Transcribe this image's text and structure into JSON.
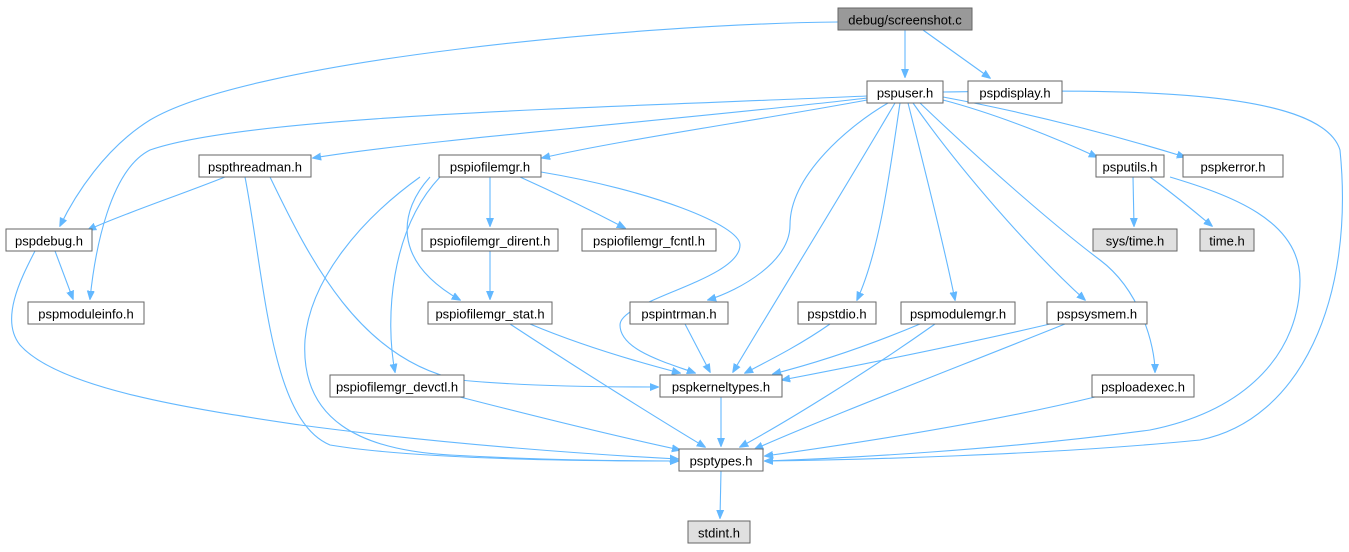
{
  "graph": {
    "colors": {
      "edge": "#63b8ff",
      "node_border": "#666666",
      "node_fill": "#ffffff",
      "root_fill": "#999999",
      "system_fill": "#e0e0e0"
    },
    "nodes": [
      {
        "id": "screenshot_c",
        "label": "debug/screenshot.c",
        "kind": "root"
      },
      {
        "id": "pspuser_h",
        "label": "pspuser.h",
        "kind": "header"
      },
      {
        "id": "pspdisplay_h",
        "label": "pspdisplay.h",
        "kind": "header"
      },
      {
        "id": "pspthreadman_h",
        "label": "pspthreadman.h",
        "kind": "header"
      },
      {
        "id": "pspiofilemgr_h",
        "label": "pspiofilemgr.h",
        "kind": "header"
      },
      {
        "id": "psputils_h",
        "label": "psputils.h",
        "kind": "header"
      },
      {
        "id": "pspkerror_h",
        "label": "pspkerror.h",
        "kind": "header"
      },
      {
        "id": "pspdebug_h",
        "label": "pspdebug.h",
        "kind": "header"
      },
      {
        "id": "pspiofilemgr_dirent_h",
        "label": "pspiofilemgr_dirent.h",
        "kind": "header"
      },
      {
        "id": "pspiofilemgr_fcntl_h",
        "label": "pspiofilemgr_fcntl.h",
        "kind": "header"
      },
      {
        "id": "sys_time_h",
        "label": "sys/time.h",
        "kind": "system"
      },
      {
        "id": "time_h",
        "label": "time.h",
        "kind": "system"
      },
      {
        "id": "pspmoduleinfo_h",
        "label": "pspmoduleinfo.h",
        "kind": "header"
      },
      {
        "id": "pspiofilemgr_stat_h",
        "label": "pspiofilemgr_stat.h",
        "kind": "header"
      },
      {
        "id": "pspintrman_h",
        "label": "pspintrman.h",
        "kind": "header"
      },
      {
        "id": "pspstdio_h",
        "label": "pspstdio.h",
        "kind": "header"
      },
      {
        "id": "pspmodulemgr_h",
        "label": "pspmodulemgr.h",
        "kind": "header"
      },
      {
        "id": "pspsysmem_h",
        "label": "pspsysmem.h",
        "kind": "header"
      },
      {
        "id": "pspiofilemgr_devctl_h",
        "label": "pspiofilemgr_devctl.h",
        "kind": "header"
      },
      {
        "id": "pspkerneltypes_h",
        "label": "pspkerneltypes.h",
        "kind": "header"
      },
      {
        "id": "psploadexec_h",
        "label": "psploadexec.h",
        "kind": "header"
      },
      {
        "id": "psptypes_h",
        "label": "psptypes.h",
        "kind": "header"
      },
      {
        "id": "stdint_h",
        "label": "stdint.h",
        "kind": "system"
      }
    ],
    "edges": [
      {
        "from": "screenshot_c",
        "to": "pspuser_h"
      },
      {
        "from": "screenshot_c",
        "to": "pspdisplay_h"
      },
      {
        "from": "screenshot_c",
        "to": "pspdebug_h"
      },
      {
        "from": "pspuser_h",
        "to": "pspthreadman_h"
      },
      {
        "from": "pspuser_h",
        "to": "pspiofilemgr_h"
      },
      {
        "from": "pspuser_h",
        "to": "psputils_h"
      },
      {
        "from": "pspuser_h",
        "to": "pspkerror_h"
      },
      {
        "from": "pspuser_h",
        "to": "pspmoduleinfo_h"
      },
      {
        "from": "pspuser_h",
        "to": "pspintrman_h"
      },
      {
        "from": "pspuser_h",
        "to": "pspkerneltypes_h"
      },
      {
        "from": "pspuser_h",
        "to": "pspstdio_h"
      },
      {
        "from": "pspuser_h",
        "to": "pspmodulemgr_h"
      },
      {
        "from": "pspuser_h",
        "to": "pspsysmem_h"
      },
      {
        "from": "pspuser_h",
        "to": "psploadexec_h"
      },
      {
        "from": "pspuser_h",
        "to": "psptypes_h"
      },
      {
        "from": "pspthreadman_h",
        "to": "pspdebug_h"
      },
      {
        "from": "pspthreadman_h",
        "to": "pspkerneltypes_h"
      },
      {
        "from": "pspthreadman_h",
        "to": "psptypes_h"
      },
      {
        "from": "pspiofilemgr_h",
        "to": "pspiofilemgr_dirent_h"
      },
      {
        "from": "pspiofilemgr_h",
        "to": "pspiofilemgr_fcntl_h"
      },
      {
        "from": "pspiofilemgr_h",
        "to": "pspiofilemgr_stat_h"
      },
      {
        "from": "pspiofilemgr_h",
        "to": "pspiofilemgr_devctl_h"
      },
      {
        "from": "pspiofilemgr_h",
        "to": "pspkerneltypes_h"
      },
      {
        "from": "pspiofilemgr_h",
        "to": "psptypes_h"
      },
      {
        "from": "pspiofilemgr_dirent_h",
        "to": "pspiofilemgr_stat_h"
      },
      {
        "from": "pspiofilemgr_stat_h",
        "to": "pspkerneltypes_h"
      },
      {
        "from": "pspiofilemgr_stat_h",
        "to": "psptypes_h"
      },
      {
        "from": "pspiofilemgr_devctl_h",
        "to": "psptypes_h"
      },
      {
        "from": "pspdebug_h",
        "to": "pspmoduleinfo_h"
      },
      {
        "from": "pspdebug_h",
        "to": "psptypes_h"
      },
      {
        "from": "psputils_h",
        "to": "sys_time_h"
      },
      {
        "from": "psputils_h",
        "to": "time_h"
      },
      {
        "from": "psputils_h",
        "to": "psptypes_h"
      },
      {
        "from": "pspintrman_h",
        "to": "pspkerneltypes_h"
      },
      {
        "from": "pspstdio_h",
        "to": "pspkerneltypes_h"
      },
      {
        "from": "pspmodulemgr_h",
        "to": "pspkerneltypes_h"
      },
      {
        "from": "pspmodulemgr_h",
        "to": "psptypes_h"
      },
      {
        "from": "pspsysmem_h",
        "to": "pspkerneltypes_h"
      },
      {
        "from": "pspsysmem_h",
        "to": "psptypes_h"
      },
      {
        "from": "pspkerneltypes_h",
        "to": "psptypes_h"
      },
      {
        "from": "psploadexec_h",
        "to": "psptypes_h"
      },
      {
        "from": "psptypes_h",
        "to": "stdint_h"
      }
    ]
  }
}
